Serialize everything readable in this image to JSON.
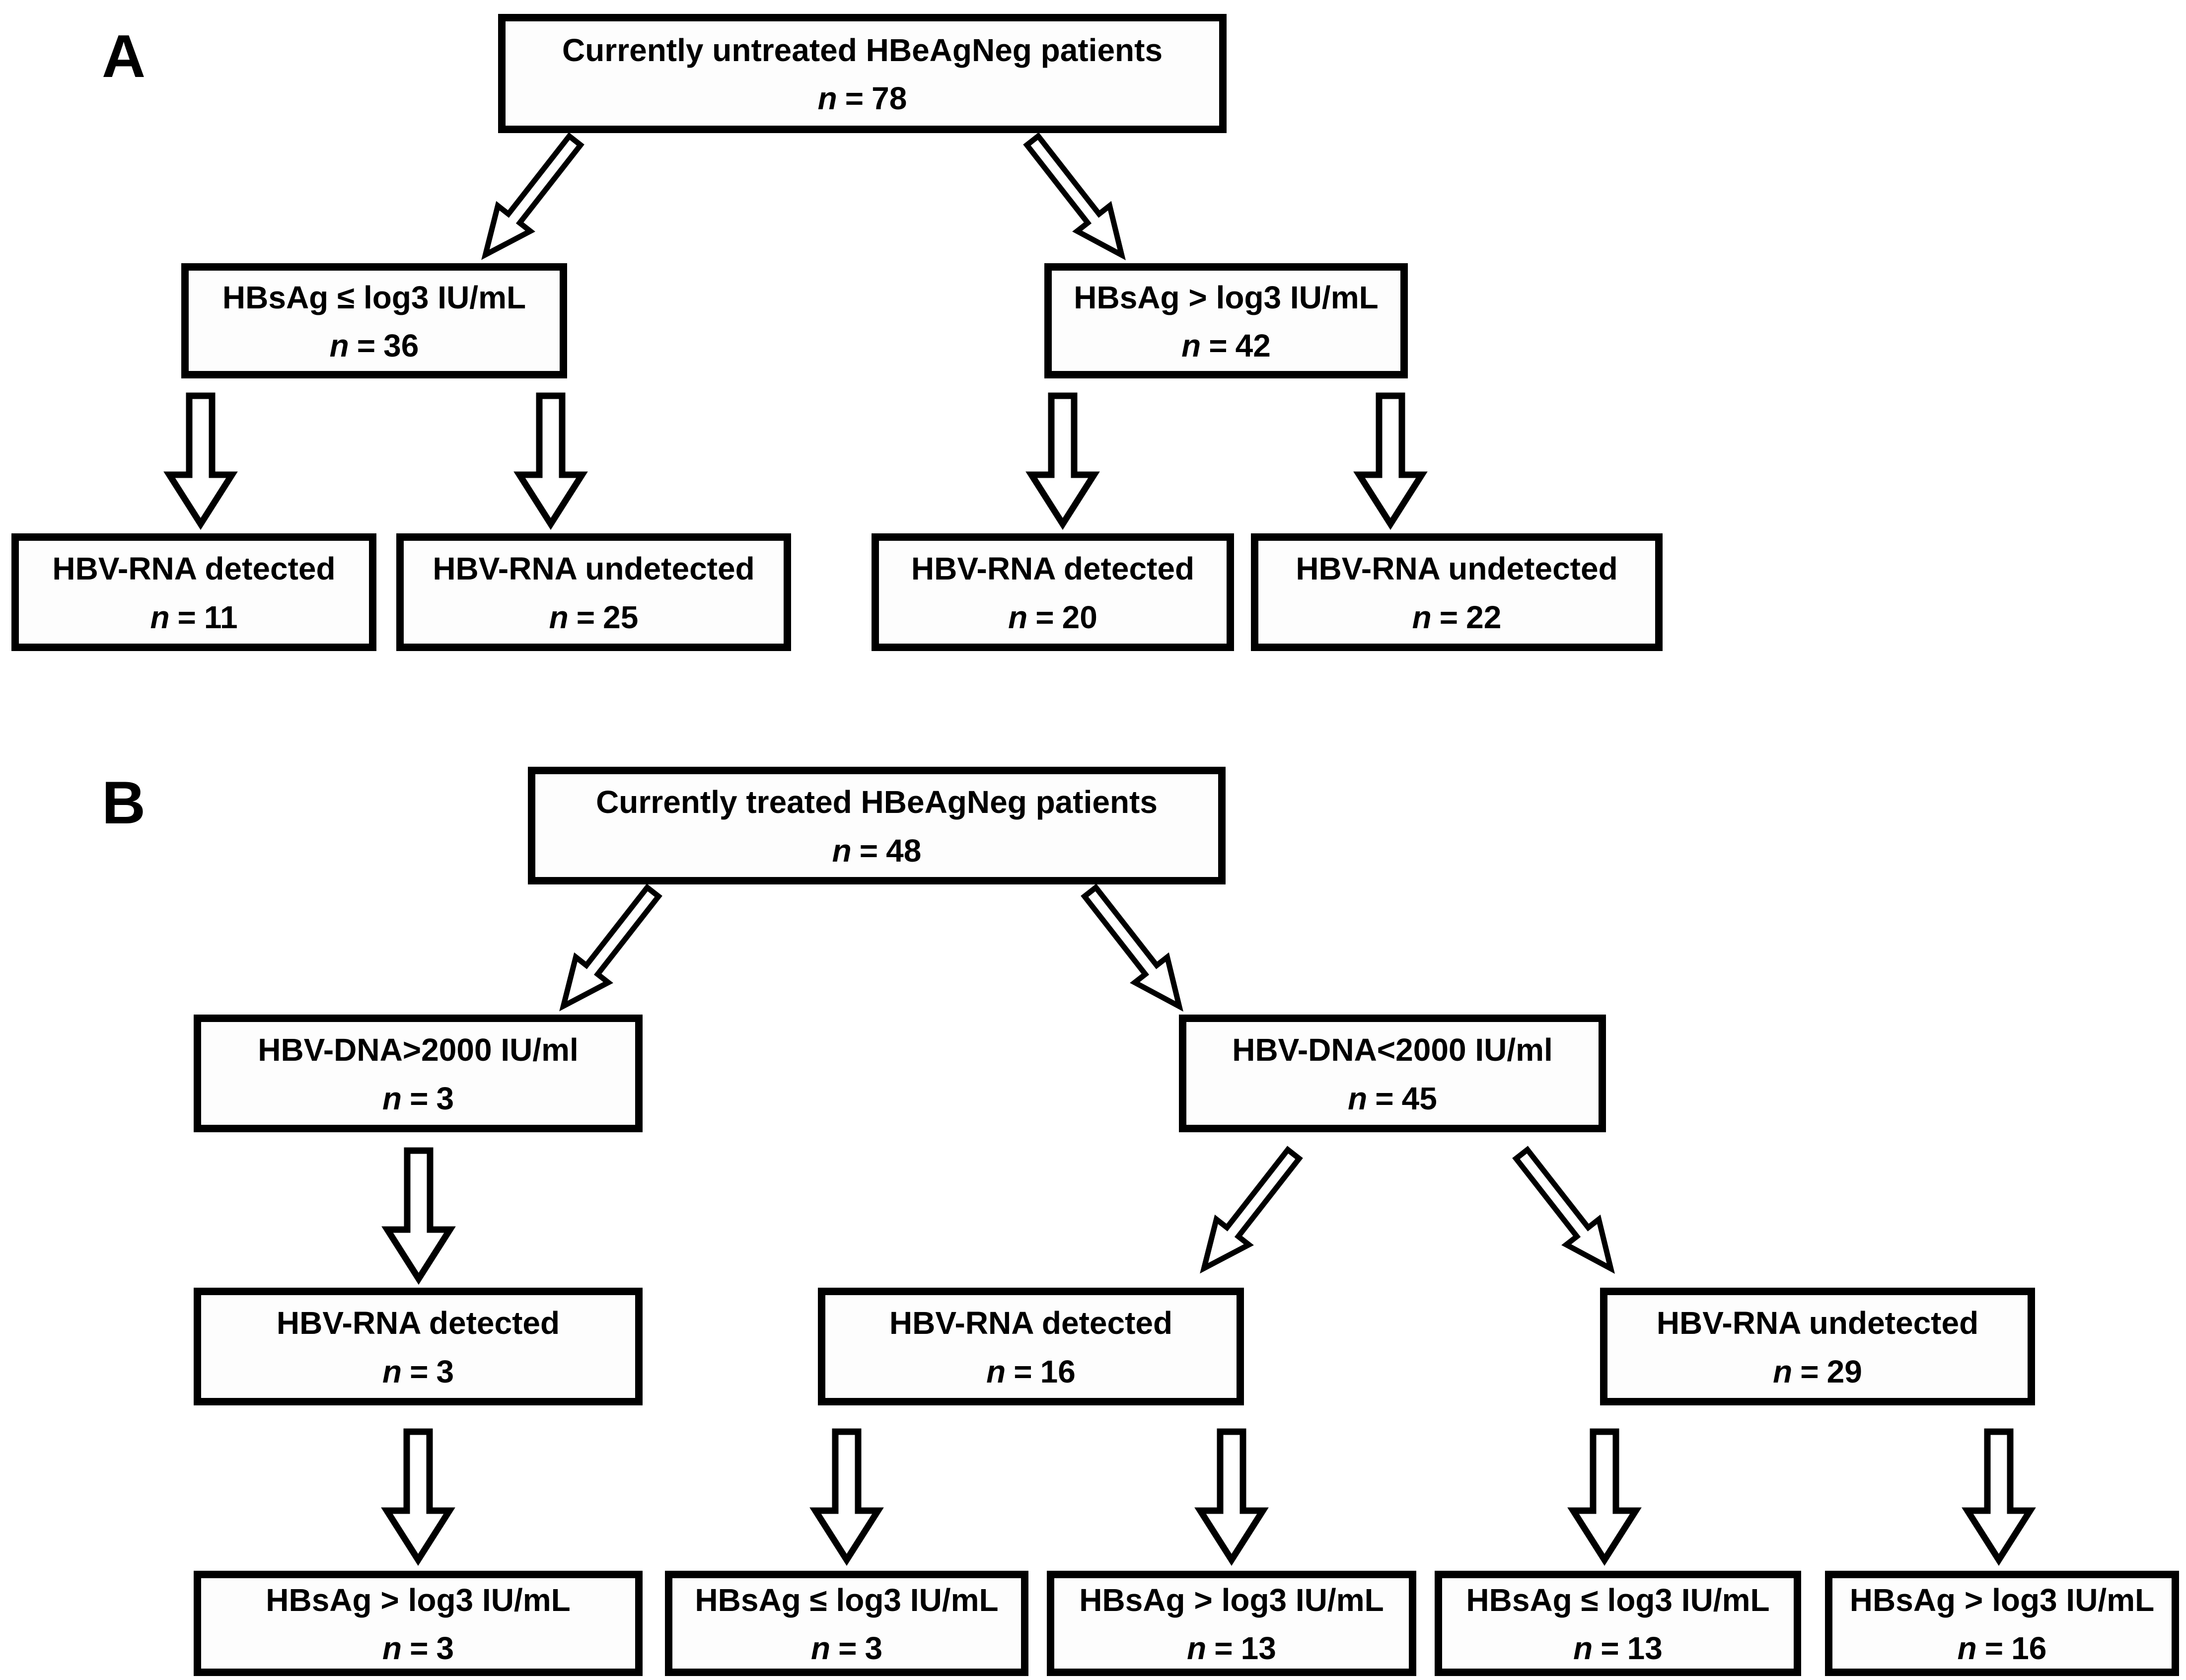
{
  "figure": {
    "n_label": "n",
    "equals_sign": "=",
    "panel_a": {
      "label": "A",
      "root": {
        "title": "Currently untreated HBeAgNeg patients",
        "n": "78"
      },
      "children": [
        {
          "title": "HBsAg ≤ log3 IU/mL",
          "n": "36"
        },
        {
          "title": "HBsAg > log3 IU/mL",
          "n": "42"
        }
      ],
      "leaves": [
        {
          "title": "HBV-RNA detected",
          "n": "11"
        },
        {
          "title": "HBV-RNA undetected",
          "n": "25"
        },
        {
          "title": "HBV-RNA detected",
          "n": "20"
        },
        {
          "title": "HBV-RNA undetected",
          "n": "22"
        }
      ]
    },
    "panel_b": {
      "label": "B",
      "root": {
        "title": "Currently treated HBeAgNeg patients",
        "n": "48"
      },
      "children": [
        {
          "title": "HBV-DNA>2000 IU/ml",
          "n": "3"
        },
        {
          "title": "HBV-DNA<2000 IU/ml",
          "n": "45"
        }
      ],
      "mid": [
        {
          "title": "HBV-RNA detected",
          "n": "3"
        },
        {
          "title": "HBV-RNA detected",
          "n": "16"
        },
        {
          "title": "HBV-RNA undetected",
          "n": "29"
        }
      ],
      "leaves": [
        {
          "title": "HBsAg > log3 IU/mL",
          "n": "3"
        },
        {
          "title": "HBsAg ≤ log3 IU/mL",
          "n": "3"
        },
        {
          "title": "HBsAg > log3 IU/mL",
          "n": "13"
        },
        {
          "title": "HBsAg ≤ log3 IU/mL",
          "n": "13"
        },
        {
          "title": "HBsAg > log3 IU/mL",
          "n": "16"
        }
      ]
    },
    "icons": {
      "down-arrow-icon": "⇩",
      "down-left-arrow-icon": "⇙",
      "down-right-arrow-icon": "⇘"
    },
    "colors": {
      "box_border": "#000000",
      "box_fill": "#fdfdfd",
      "text": "#000000",
      "background": "#ffffff"
    }
  }
}
